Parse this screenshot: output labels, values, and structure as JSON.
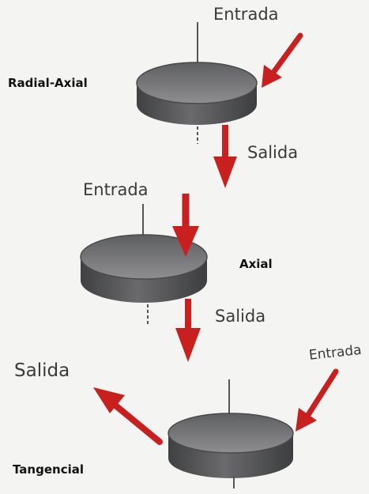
{
  "diagram": {
    "flows": [
      {
        "name": "Radial-Axial",
        "inlet": "Entrada",
        "outlet": "Salida"
      },
      {
        "name": "Axial",
        "inlet": "Entrada",
        "outlet": "Salida"
      },
      {
        "name": "Tangencial",
        "inlet": "Entrada",
        "outlet": "Salida"
      }
    ],
    "colors": {
      "arrow": "#c8201e",
      "disc_top": "#6f6f70",
      "disc_side": "#4c4c4e",
      "axis": "#555555",
      "background": "#f4f4f2"
    }
  }
}
